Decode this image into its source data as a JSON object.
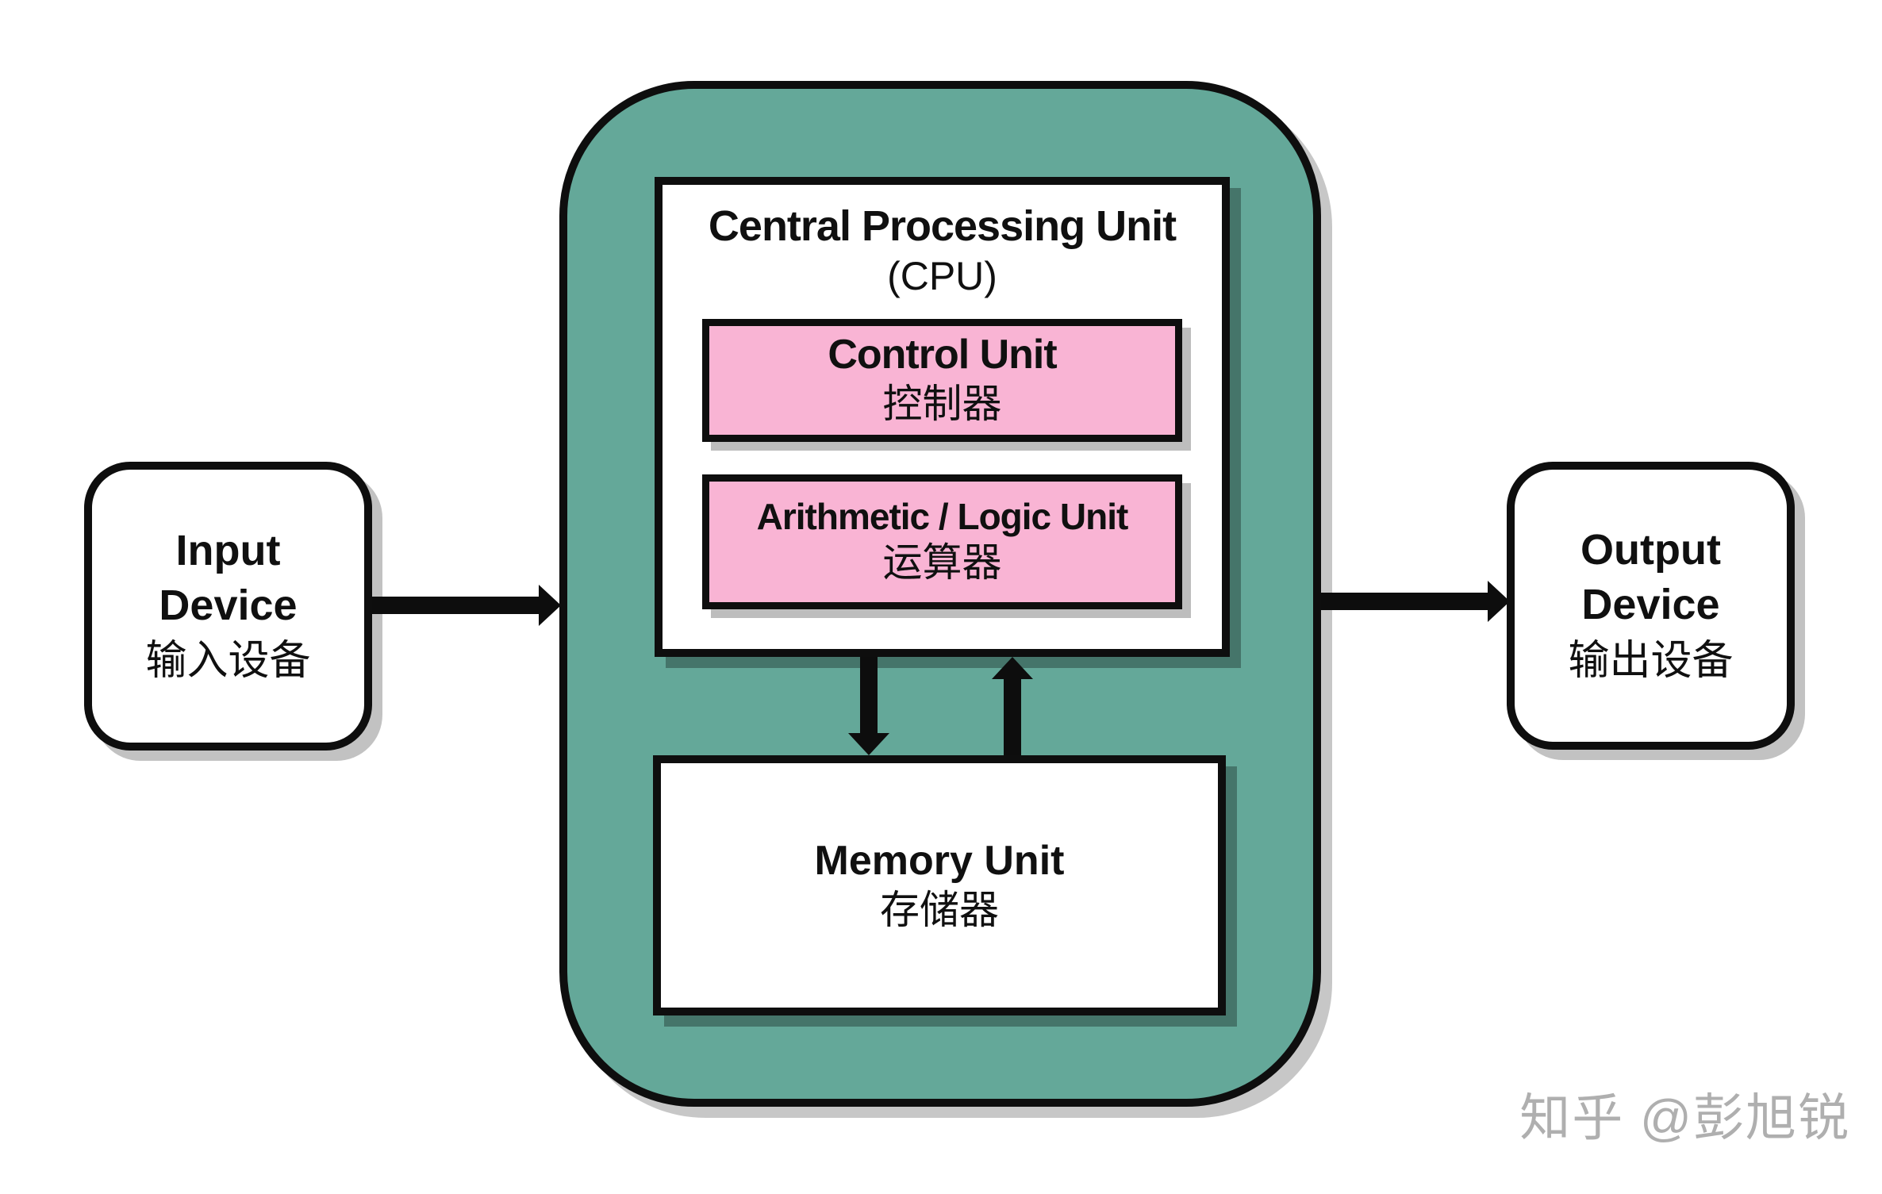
{
  "diagram": {
    "input_device": {
      "en_line1": "Input",
      "en_line2": "Device",
      "zh": "输入设备"
    },
    "cpu": {
      "title_en": "Central Processing Unit",
      "title_abbr": "(CPU)",
      "control_unit": {
        "en": "Control Unit",
        "zh": "控制器"
      },
      "alu": {
        "en": "Arithmetic / Logic Unit",
        "zh": "运算器"
      }
    },
    "memory_unit": {
      "en": "Memory Unit",
      "zh": "存储器"
    },
    "output_device": {
      "en_line1": "Output",
      "en_line2": "Device",
      "zh": "输出设备"
    },
    "watermark": "知乎 @彭旭锐"
  },
  "colors": {
    "teal": "#64a899",
    "pink": "#f9b4d4",
    "border_black": "#0e0e0e",
    "watermark_gray": "#afafaf"
  }
}
